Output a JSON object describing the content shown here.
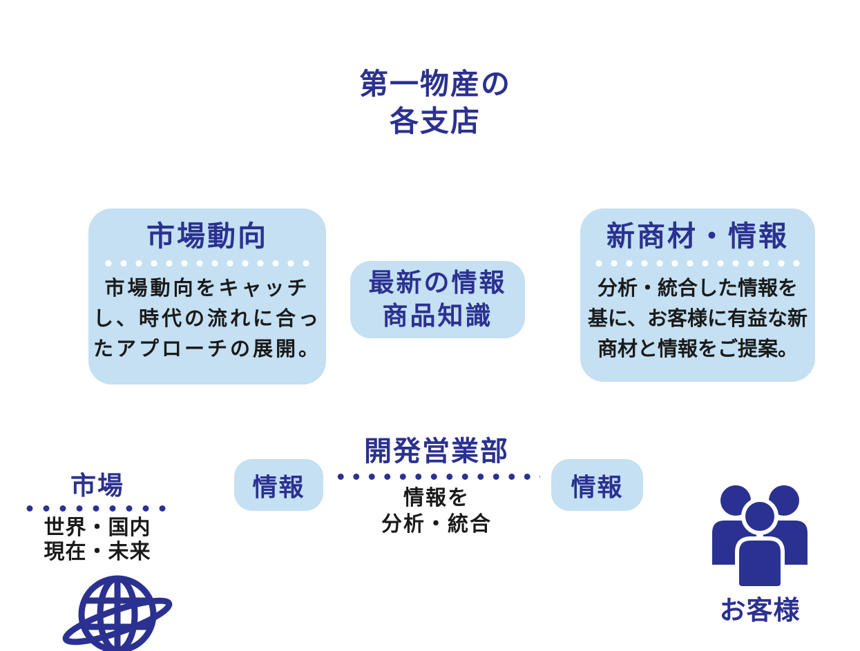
{
  "colors": {
    "navy": "#2b3190",
    "light_blue": "#c4e0f2",
    "body_text": "#1a1a1a",
    "separator_dot_light": "#ffffff",
    "background": "#ffffff"
  },
  "top_title": {
    "line1": "第一物産の",
    "line2": "各支店"
  },
  "boxes": {
    "market_trends": {
      "title": "市場動向",
      "body_lines": [
        "市場動向をキャッチ",
        "し、時代の流れに合っ",
        "たアプローチの展開。"
      ]
    },
    "latest_info": {
      "line1": "最新の情報",
      "line2": "商品知識"
    },
    "new_products": {
      "title": "新商材・情報",
      "body_lines": [
        "分析・統合した情報を",
        "基に、お客様に有益な新",
        "商材と情報をご提案。"
      ]
    }
  },
  "info_badges": {
    "left": {
      "label": "情報"
    },
    "right": {
      "label": "情報"
    }
  },
  "dev_dept": {
    "title": "開発営業部",
    "body_line1": "情報を",
    "body_line2": "分析・統合"
  },
  "market": {
    "title": "市場",
    "line1": "世界・国内",
    "line2": "現在・未来",
    "icon": "globe-icon"
  },
  "customers": {
    "label": "お客様",
    "icon": "people-icon"
  }
}
